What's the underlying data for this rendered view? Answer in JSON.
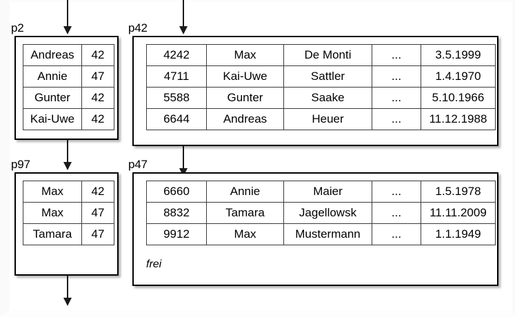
{
  "diagram": {
    "title": "Hash index pages diagram",
    "colors": {
      "background": "#ffffff",
      "stroke": "#000000",
      "table_stroke": "#3a3a3a",
      "arrow": "#1a1a1a"
    },
    "pages": [
      {
        "id": "p2",
        "label": "p2",
        "kind": "index-page",
        "columns": 2,
        "rows": [
          [
            "Andreas",
            "42"
          ],
          [
            "Annie",
            "47"
          ],
          [
            "Gunter",
            "42"
          ],
          [
            "Kai-Uwe",
            "42"
          ]
        ]
      },
      {
        "id": "p42",
        "label": "p42",
        "kind": "data-page",
        "columns": 5,
        "rows": [
          [
            "4242",
            "Max",
            "De Monti",
            "...",
            "3.5.1999"
          ],
          [
            "4711",
            "Kai-Uwe",
            "Sattler",
            "...",
            "1.4.1970"
          ],
          [
            "5588",
            "Gunter",
            "Saake",
            "...",
            "5.10.1966"
          ],
          [
            "6644",
            "Andreas",
            "Heuer",
            "...",
            "11.12.1988"
          ]
        ]
      },
      {
        "id": "p97",
        "label": "p97",
        "kind": "index-page",
        "columns": 2,
        "rows": [
          [
            "Max",
            "42"
          ],
          [
            "Max",
            "47"
          ],
          [
            "Tamara",
            "47"
          ]
        ]
      },
      {
        "id": "p47",
        "label": "p47",
        "kind": "data-page",
        "columns": 5,
        "rows": [
          [
            "6660",
            "Annie",
            "Maier",
            "...",
            "1.5.1978"
          ],
          [
            "8832",
            "Tamara",
            "Jagellowsk",
            "...",
            "11.11.2009"
          ],
          [
            "9912",
            "Max",
            "Mustermann",
            "...",
            "1.1.1949"
          ]
        ],
        "free_space_label": "frei"
      }
    ],
    "arrows": [
      {
        "name": "arrow-into-p2",
        "from": "top",
        "to": "p2"
      },
      {
        "name": "arrow-into-p42",
        "from": "top",
        "to": "p42"
      },
      {
        "name": "arrow-p2-to-p97",
        "from": "p2",
        "to": "p97"
      },
      {
        "name": "arrow-p42-to-p47",
        "from": "p42",
        "to": "p47"
      },
      {
        "name": "arrow-out-of-p97",
        "from": "p97",
        "to": "bottom"
      }
    ]
  }
}
